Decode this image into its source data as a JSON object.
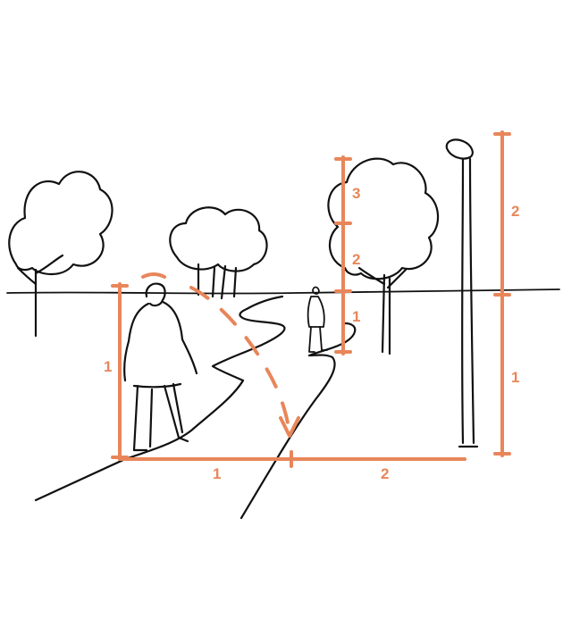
{
  "labels": {
    "person_height": "1",
    "ground_left": "1",
    "ground_right": "2",
    "tree_top": "3",
    "tree_mid": "2",
    "tree_low": "1",
    "lamp_upper": "2",
    "lamp_lower": "1"
  },
  "colors": {
    "ink": "#111111",
    "accent": "#E8865A",
    "background": "#ffffff"
  }
}
